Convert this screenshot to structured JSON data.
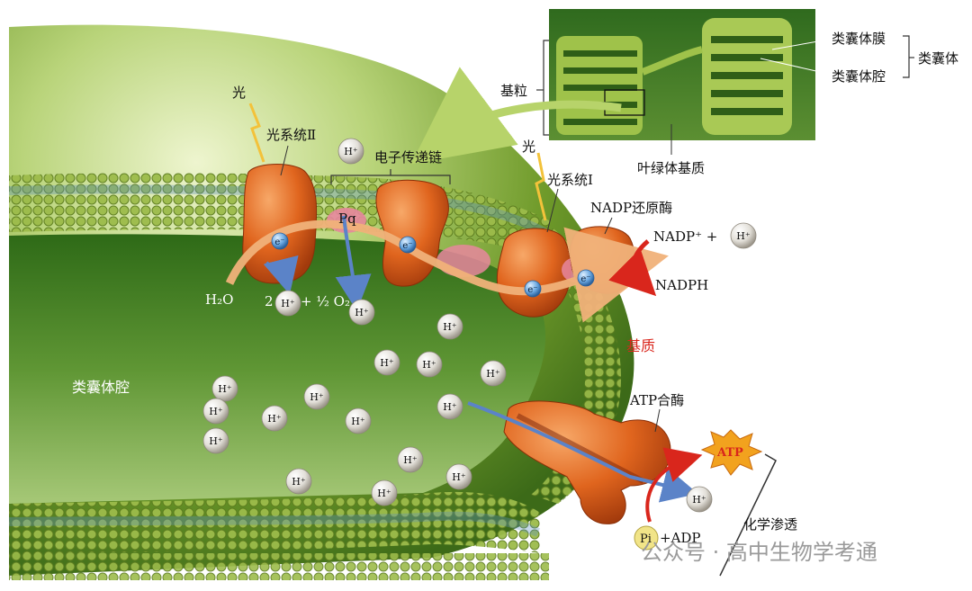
{
  "labels": {
    "light_left": "光",
    "photosystem_2": "光系统Ⅱ",
    "etc": "电子传递链",
    "light_right": "光",
    "photosystem_1": "光系统Ⅰ",
    "nadp_reductase": "NADP还原酶",
    "pq": "Pq",
    "water": "H₂O",
    "h2o_products": "2",
    "half_o2": "+ ½ O₂",
    "nadp_plus": "NADP⁺  +",
    "nadph": "NADPH",
    "stroma": "基质",
    "lumen": "类囊体腔",
    "atp_synthase": "ATP合酶",
    "atp": "ATP",
    "pi_adp_pi": "Pi",
    "pi_adp_rest": "+ADP",
    "chemiosmosis": "化学渗透",
    "grana": "基粒",
    "thylakoid_membrane": "类囊体膜",
    "thylakoid_lumen": "类囊体腔",
    "thylakoid": "类囊体",
    "chloroplast_stroma": "叶绿体基质",
    "watermark": "公众号 · 高中生物学考通",
    "h_ion": "H⁺",
    "electron": "e⁻"
  },
  "colors": {
    "membrane_green": "#6f9a2a",
    "protein_orange": "#e0651e",
    "stroma_red": "#d9261c",
    "electron_blue": "#4a8fd0",
    "pink_carrier": "#e8879e"
  }
}
